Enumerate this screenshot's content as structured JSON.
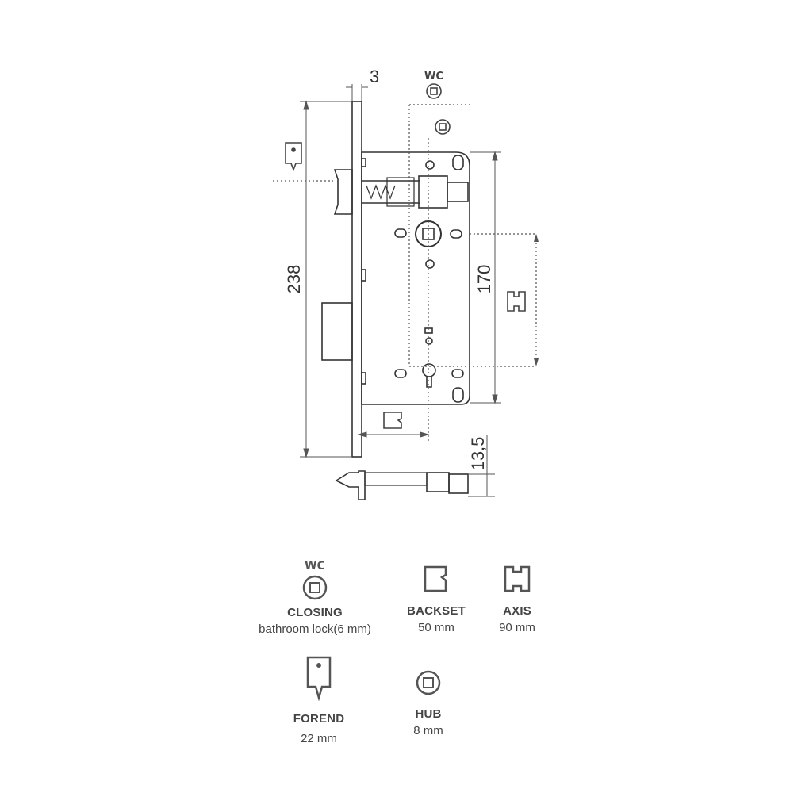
{
  "drawing": {
    "dim_faceplate_thickness": "3",
    "dim_height": "238",
    "dim_hole_spacing": "170",
    "dim_spindle": "13,5",
    "wc_label": "WC"
  },
  "legend": {
    "closing": {
      "title": "CLOSING",
      "value": "bathroom lock(6 mm)",
      "wc": "WC",
      "icon": "wc-turn-icon"
    },
    "backset": {
      "title": "BACKSET",
      "value": "50 mm",
      "icon": "backset-icon"
    },
    "axis": {
      "title": "AXIS",
      "value": "90 mm",
      "icon": "axis-icon"
    },
    "forend": {
      "title": "FOREND",
      "value": "22 mm",
      "icon": "forend-icon"
    },
    "hub": {
      "title": "HUB",
      "value": "8 mm",
      "icon": "hub-icon"
    }
  },
  "colors": {
    "line": "#333333",
    "dotted": "#555555"
  }
}
